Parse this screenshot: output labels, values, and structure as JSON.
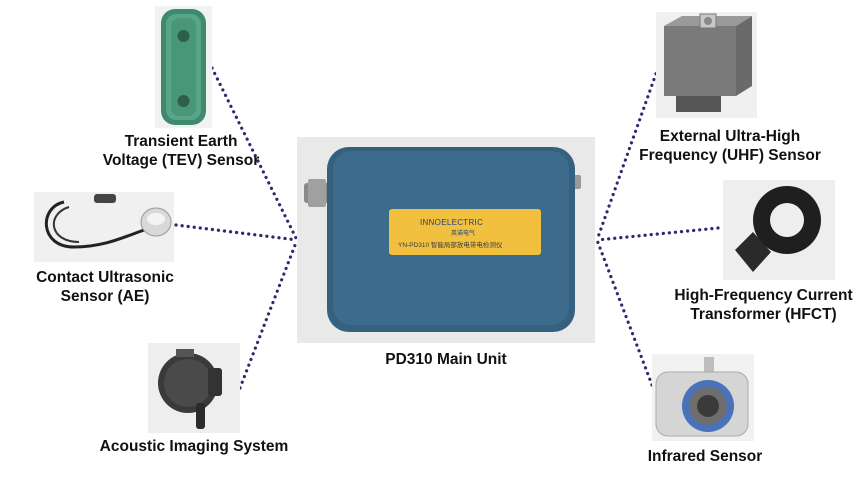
{
  "center": {
    "label": "PD310 Main Unit",
    "brand": "INNOELECTRIC",
    "brand_sub": "英诺电气",
    "model_text": "YN-PD310  智能局部放电带电检测仪"
  },
  "sensors": {
    "tev": {
      "line1": "Transient Earth",
      "line2": "Voltage (TEV) Sensor"
    },
    "ae": {
      "line1": "Contact Ultrasonic",
      "line2": "Sensor (AE)"
    },
    "acoustic": {
      "line1": "Acoustic Imaging System"
    },
    "uhf": {
      "line1": "External Ultra-High",
      "line2": "Frequency (UHF) Sensor"
    },
    "hfct": {
      "line1": "High-Frequency Current",
      "line2": "Transformer (HFCT)"
    },
    "ir": {
      "line1": "Infrared Sensor"
    }
  },
  "colors": {
    "unit_body": "#35617f",
    "nameplate": "#f1c03e",
    "link_dots": "#2a2a6e"
  }
}
